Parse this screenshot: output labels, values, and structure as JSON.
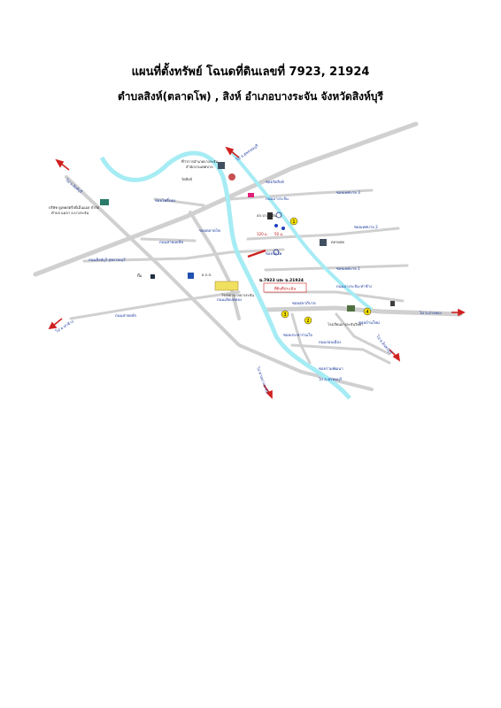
{
  "header": {
    "title": "แผนที่ตั้งทรัพย์ โฉนดที่ดินเลขที่ 7923, 21924",
    "subtitle": "ตำบลสิงห์(ตลาดโพ) , สิงห์    อำเภอบางระจัน   จังหวัดสิงห์บุรี"
  },
  "colors": {
    "river": "#a6ecf4",
    "road": "#d0d0d0",
    "road_label": "#1a3aa0",
    "arrow": "#d02020",
    "marker": "#f5e000"
  },
  "directions": {
    "to_sing_buri": "ไป จ.สิงห์บุรี",
    "to_suphan": "ไป จ.สุพรรณบุรี",
    "to_tha_chang": "ไป อ.ท่าช้าง",
    "to_khai_bang_rachan": "ไป ค่ายบางระจัน",
    "to_in_buri": "ไป อ.อินทร์บุรี",
    "to_ang_thong": "ไป จ.อ่างทอง",
    "to_phrom_buri": "ไป อ.พรหมบุรี"
  },
  "places": {
    "district_office": "ที่ว่าการอำเภอบางระจัน",
    "company": "บริษัท ยูเทคสตรีลบีเอ็นแอล จำกัด",
    "company_sub": "ตำบล แม่ลา อ.บางระจัน",
    "temple": "วัดสิงห์",
    "police": "สภ.บางระจัน",
    "school": "โรงเรียนบางระจันวิทยา",
    "hospital": "โรงพยาบาลบางระจัน",
    "market": "ตลาดสด",
    "office": "สำนักงานเทศบาล",
    "gas": "ปั๊ม",
    "bank": "ธ.ก.ส."
  },
  "roads": {
    "r1": "ซอยวัดสิงห์",
    "r2": "ถนนบางระจัน",
    "r3": "ซอยเทศบาล 3",
    "r4": "ซอยโพธิ์ทอง",
    "r5": "ถนนสายเอเชีย",
    "r6": "ซอยตลาดโพ",
    "r7": "ถนนสิงห์บุรี-สุพรรณบุรี",
    "r8": "ซอยเทศบาล 2",
    "r9": "ซอยเทศบาล 1",
    "r10": "ถนนบางระจัน-ท่าช้าง",
    "r11": "ซอยวัดโพ",
    "r12": "ถนนสายหลัก",
    "r13": "ซอยสุขาภิบาล",
    "r14": "ซอยประชาร่วมใจ",
    "r15": "ถนนเลียบคลอง",
    "r16": "ซอยบ้านใหม่",
    "r17": "ถนนรอบเมือง",
    "r18": "ซอยร่วมพัฒนา"
  },
  "property": {
    "label": "ฉ.7923 และ ฉ.21924",
    "tag": "ที่ดินที่ประเมิน"
  },
  "distances": {
    "d1": "120 ม.",
    "d2": "50 ม."
  },
  "markers": [
    "1",
    "2",
    "3",
    "4"
  ]
}
